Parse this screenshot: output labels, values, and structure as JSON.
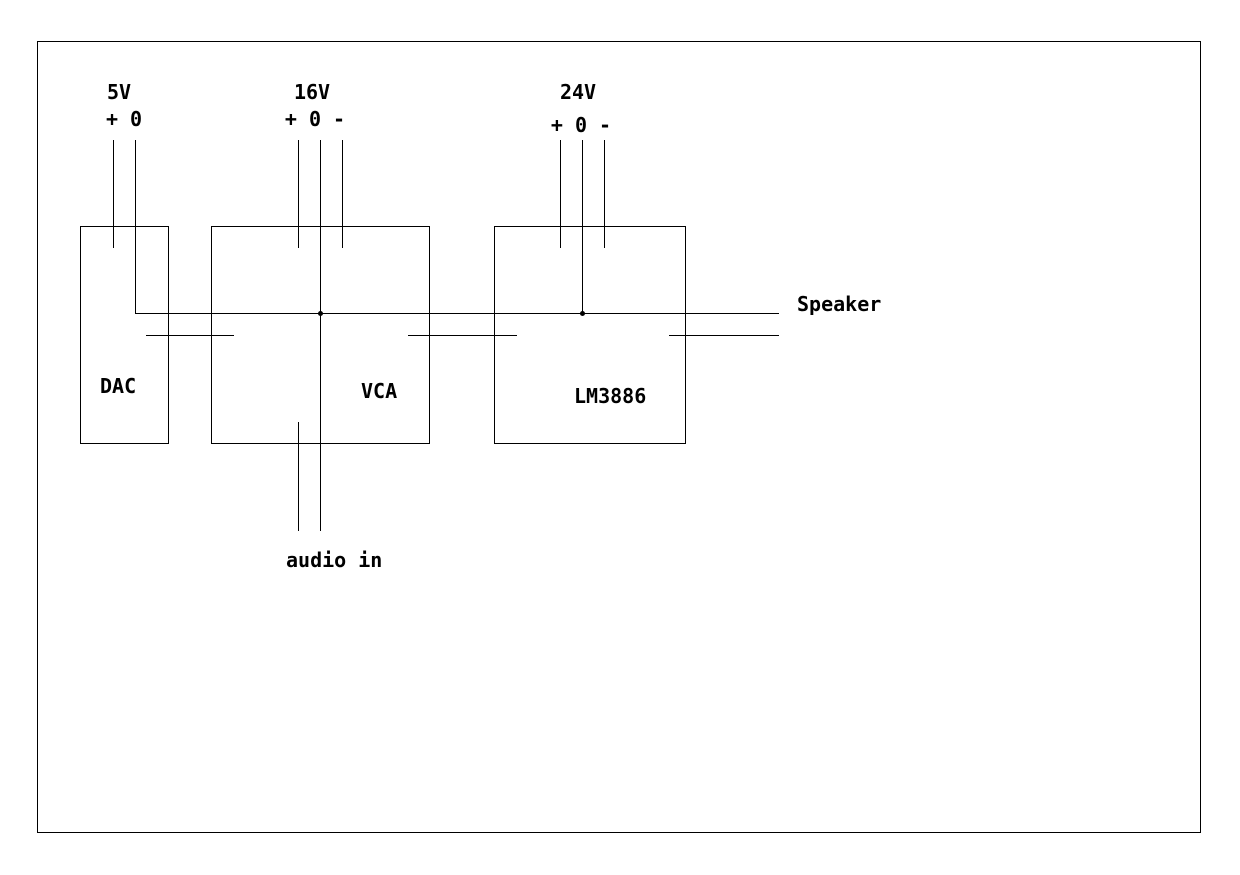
{
  "rails": {
    "rail_5v": {
      "voltage": "5V",
      "pins": "+ 0"
    },
    "rail_16v": {
      "voltage": "16V",
      "pins": "+ 0 -"
    },
    "rail_24v": {
      "voltage": "24V",
      "pins": "+ 0 -"
    }
  },
  "blocks": {
    "dac": "DAC",
    "vca": "VCA",
    "amp": "LM3886"
  },
  "io": {
    "speaker": "Speaker",
    "audio_in": "audio in"
  }
}
